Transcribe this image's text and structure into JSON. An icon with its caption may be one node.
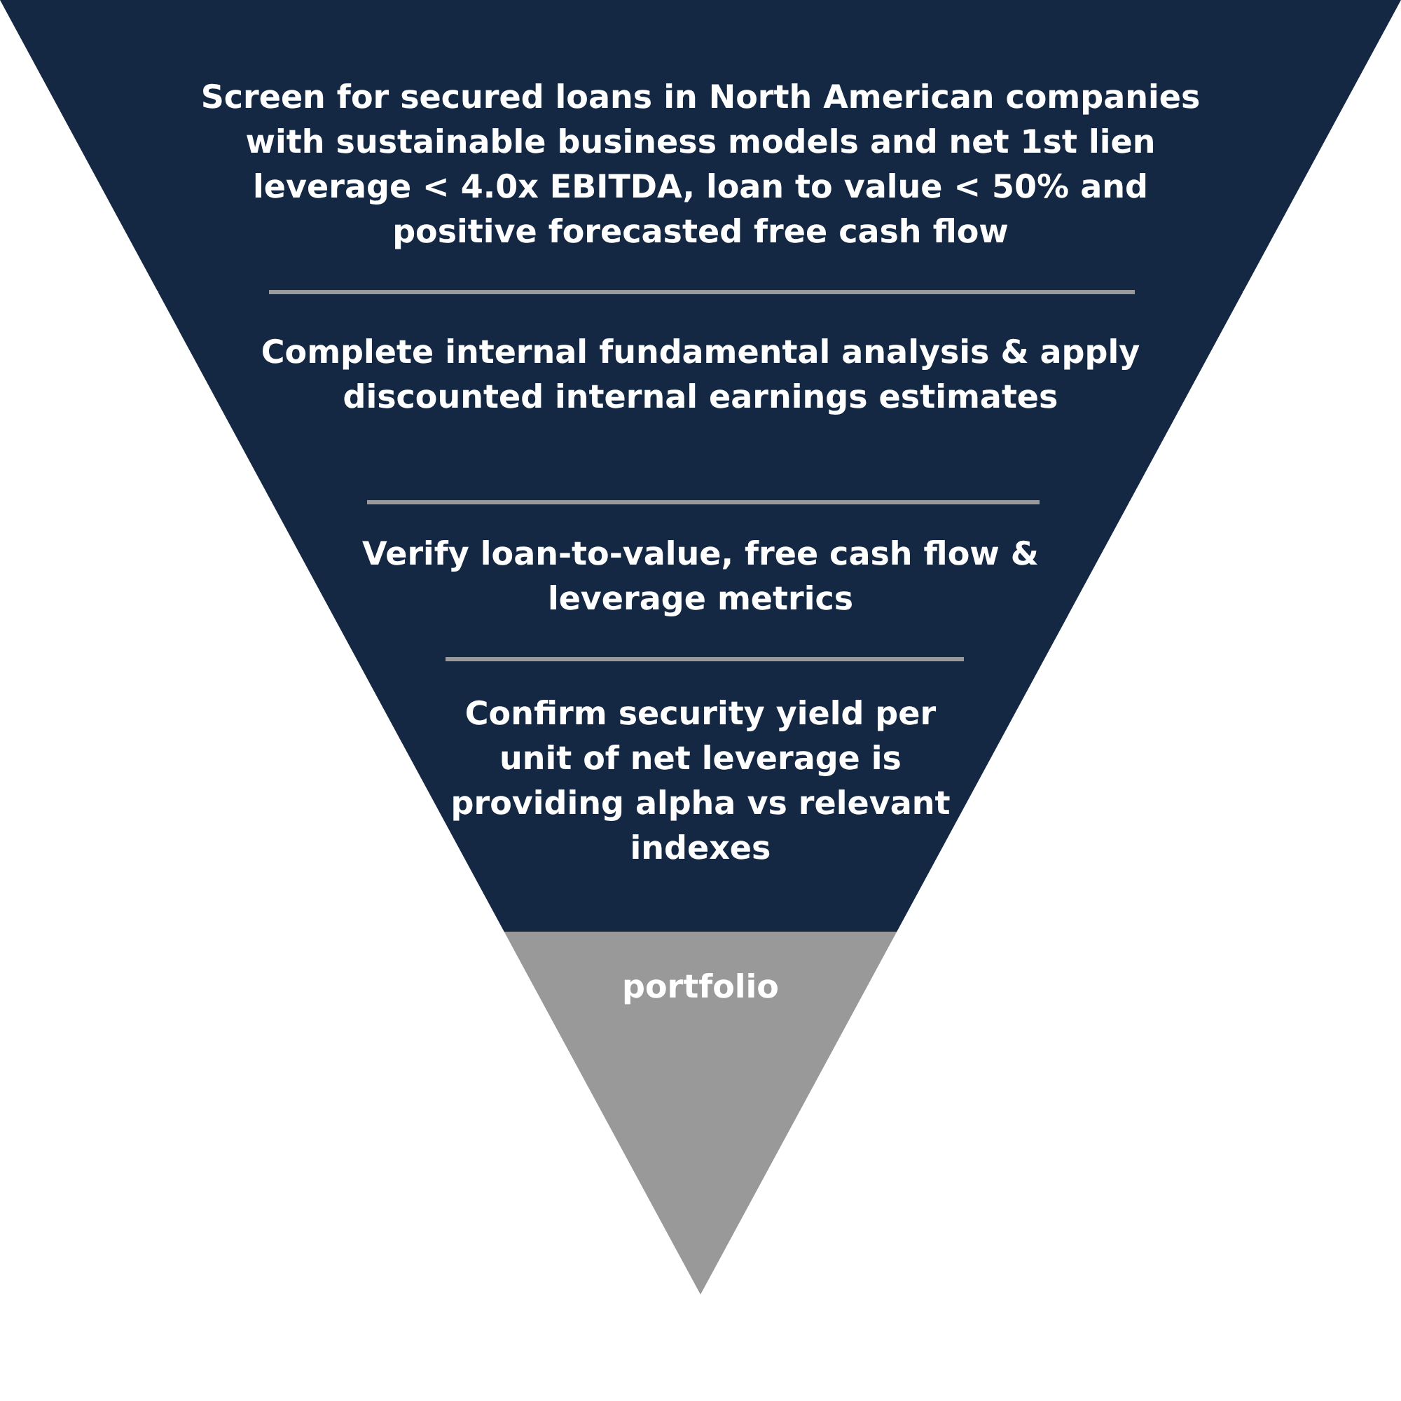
{
  "diagram": {
    "nodes": [
      {
        "text": [
          "Screen for secured loans in North American companies with sustainable business models and net 1st lien leverage < 4.0x EBITDA, loan to value < 50% and positive forecasted free cash flow"
        ]
      },
      {
        "text": [
          "Complete internal fundamental analysis & apply discounted internal earnings estimates"
        ]
      },
      {
        "text": [
          "Verify loan-to-value, free cash flow & leverage metrics"
        ]
      },
      {
        "text": [
          "Confirm security yield per unit of net leverage is providing alpha vs relevant indexes"
        ]
      },
      {
        "text": [
          "portfolio"
        ]
      }
    ]
  }
}
